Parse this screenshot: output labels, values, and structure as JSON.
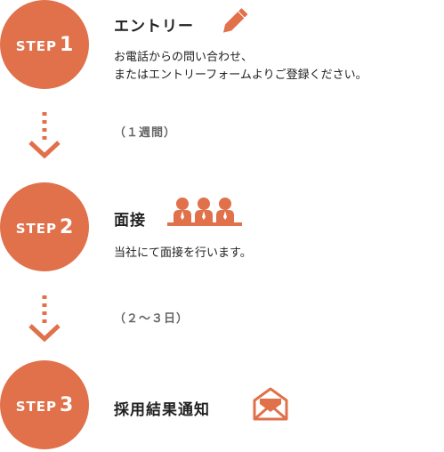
{
  "colors": {
    "accent": "#e0714a",
    "text": "#222222",
    "muted": "#666666"
  },
  "steps": [
    {
      "step_word": "STEP",
      "step_number": "1",
      "title": "エントリー",
      "icon": "pencil-icon",
      "description_lines": [
        "お電話からの問い合わせ、",
        "またはエントリーフォームよりご登録ください。"
      ]
    },
    {
      "step_word": "STEP",
      "step_number": "2",
      "title": "面接",
      "icon": "interviewers-icon",
      "description_lines": [
        "当社にて面接を行います。"
      ]
    },
    {
      "step_word": "STEP",
      "step_number": "3",
      "title": "採用結果通知",
      "icon": "envelope-icon",
      "description_lines": []
    }
  ],
  "durations": [
    "（１週間）",
    "（２～３日）"
  ]
}
